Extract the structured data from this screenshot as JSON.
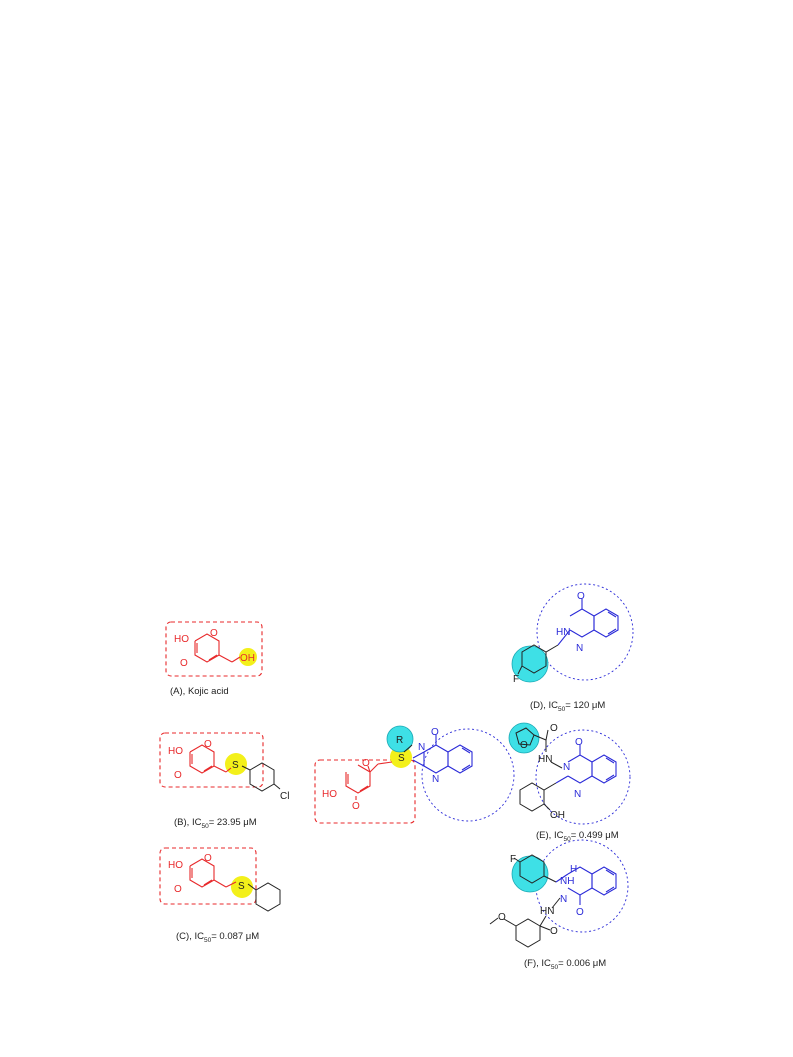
{
  "captions": {
    "a": "(A), Kojic acid",
    "b_pre": "(B), IC",
    "b_sub": "50",
    "b_post": "= 23.95 μM",
    "c_pre": "(C), IC",
    "c_sub": "50",
    "c_post": "= 0.087 μM",
    "d_pre": "(D), IC",
    "d_sub": "50",
    "d_post": "= 120 μM",
    "e_pre": "(E), IC",
    "e_sub": "50",
    "e_post": "= 0.499 μM",
    "f_pre": "(F), IC",
    "f_sub": "50",
    "f_post": "= 0.006 μM"
  },
  "atoms": {
    "ho": "HO",
    "o": "O",
    "oh": "OH",
    "s": "S",
    "cl": "Cl",
    "r": "R",
    "n": "N",
    "hn": "HN",
    "nh": "NH",
    "hn_amide": "HN",
    "f": "F",
    "h": "H"
  },
  "colors": {
    "kojic_red": "#e8292b",
    "quinazolinone_blue": "#2a2ad8",
    "highlight_yellow": "#f3f01a",
    "substituent_cyan": "#3ee0e6"
  }
}
